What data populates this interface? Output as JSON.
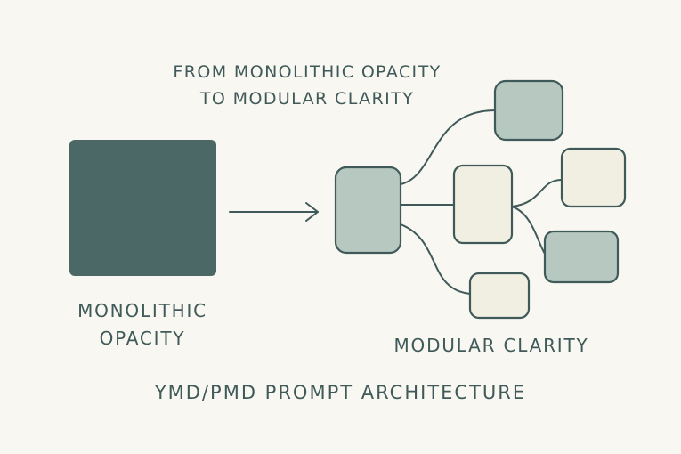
{
  "header": {
    "title": "FROM MONOLITHIC OPACITY\nTO MODULAR CLARITY"
  },
  "left": {
    "label": "MONOLITHIC\nOPACITY"
  },
  "right": {
    "label": "MODULAR CLARITY"
  },
  "footer": {
    "label": "YMD/PMD PROMPT ARCHITECTURE"
  },
  "colors": {
    "background": "#f8f7f2",
    "text": "#3f5a58",
    "dark_block": "#4b6866",
    "sage_block": "#b7c8c1",
    "cream_block": "#f1efe2",
    "stroke": "#3f5a58"
  },
  "icons": {
    "flow_arrow": "arrow-right-icon"
  }
}
